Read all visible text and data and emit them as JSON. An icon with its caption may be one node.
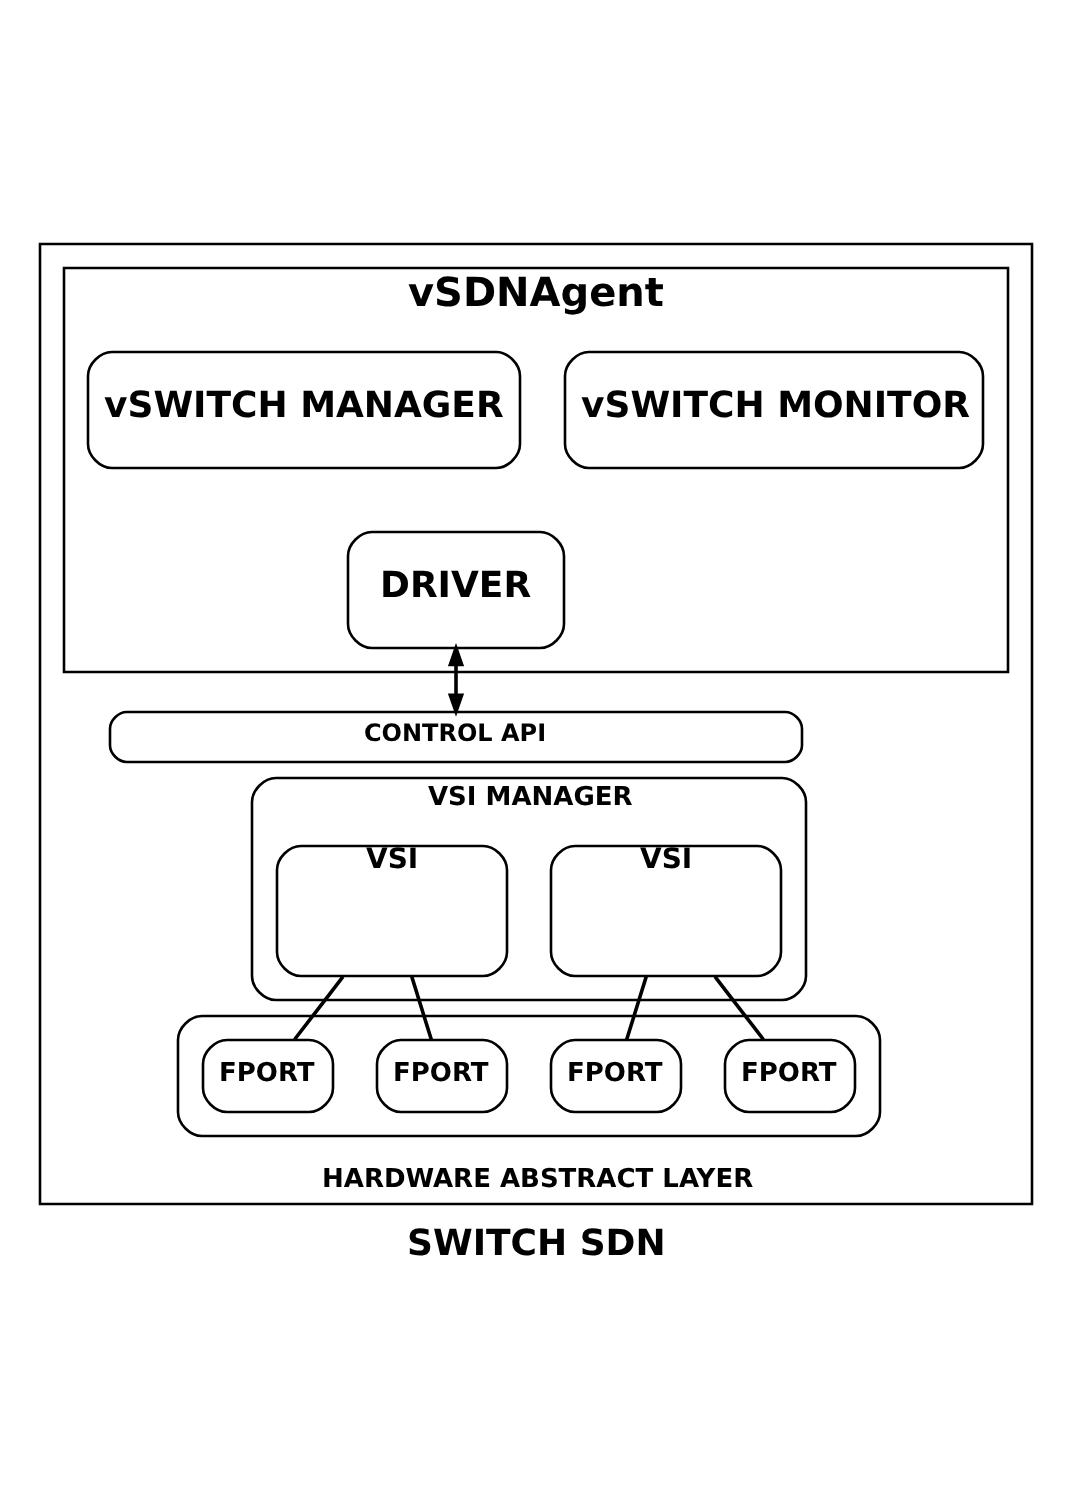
{
  "diagram": {
    "caption": "SWITCH SDN",
    "nodes": [
      {
        "text": [
          "HARDWARE ABSTRACT LAYER"
        ]
      },
      {
        "text": [
          "vSDNAgent"
        ],
        "in": 0
      },
      {
        "text": [
          "vSWITCH MANAGER"
        ],
        "in": 1
      },
      {
        "text": [
          "vSWITCH MONITOR"
        ],
        "in": 1
      },
      {
        "text": [
          "DRIVER"
        ],
        "in": 1
      },
      {
        "text": [
          "CONTROL API"
        ],
        "in": 0
      },
      {
        "text": [
          "VSI MANAGER"
        ],
        "in": 0
      },
      {
        "text": [
          "VSI"
        ],
        "in": 6
      },
      {
        "text": [
          "VSI"
        ],
        "in": 6
      },
      {
        "text": [],
        "shape": "box",
        "in": 0
      },
      {
        "text": [
          "FPORT"
        ],
        "in": 9
      },
      {
        "text": [
          "FPORT"
        ],
        "in": 9
      },
      {
        "text": [
          "FPORT"
        ],
        "in": 9
      },
      {
        "text": [
          "FPORT"
        ],
        "in": 9
      }
    ],
    "edges": [
      {
        "from": 4,
        "to": 5,
        "arrow": "both"
      },
      {
        "from": 7,
        "to": 10,
        "arrow": "none"
      },
      {
        "from": 7,
        "to": 11,
        "arrow": "none"
      },
      {
        "from": 8,
        "to": 12,
        "arrow": "none"
      },
      {
        "from": 8,
        "to": 13,
        "arrow": "none"
      }
    ]
  }
}
